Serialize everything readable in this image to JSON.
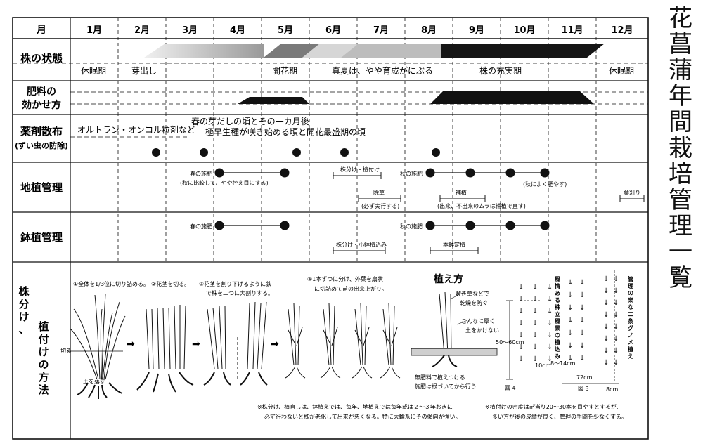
{
  "title": "花菖蒲年間栽培管理一覧",
  "header": {
    "label": "月",
    "months": [
      "1月",
      "2月",
      "3月",
      "4月",
      "5月",
      "6月",
      "7月",
      "8月",
      "9月",
      "10月",
      "11月",
      "12月"
    ]
  },
  "rows": {
    "state": {
      "label": "株の状態",
      "notes": [
        "休眠期",
        "芽出し",
        "開花期",
        "真夏は、やや育成がにぶる",
        "株の充実期",
        "休眠期"
      ]
    },
    "fertilizer": {
      "label_lines": [
        "肥料の",
        "効かせ方"
      ]
    },
    "spray": {
      "label_main": "薬剤散布",
      "label_sub": "(ずい虫の防除)",
      "product": "オルトラン・オンコル粒剤など",
      "timing_1": "春の芽だしの頃とその一カ月後",
      "timing_2": "極早生種が咲き始める頃と開花最盛期の頃"
    },
    "ground": {
      "label": "地植管理",
      "spring_fert": "春の施肥",
      "spring_note": "(秋に比較して、やや控え目にする)",
      "divide": "株分け・植付け",
      "weeding": "除草",
      "weeding_note": "(必ず実行する)",
      "autumn_fert": "秋の施肥",
      "autumn_note": "(秋によく肥やす)",
      "replant": "補植",
      "replant_note": "(出来、不出来のムラは補植で直す)",
      "leaf_cut": "葉刈り"
    },
    "pot": {
      "label": "鉢植管理",
      "spring_fert": "春の施肥",
      "autumn_fert": "秋の施肥",
      "divide": "株分け・小鉢植込み",
      "repot": "本鉢定植"
    },
    "method": {
      "label_lines": [
        "株分け、",
        "植付けの方法"
      ],
      "step1": "①全体を1/3位に切り詰める。",
      "step2": "②花茎を切る。",
      "step3_1": "③花茎を割り下げるように鉄",
      "step3_2": "で株を二つに大割りする。",
      "step4_1": "④1本ずつに分け、外葉を扇状",
      "step4_2": "に切詰めて苗の出来上がり。",
      "cut_label": "切る",
      "soil_label": "土を落す",
      "planting_title": "植え方",
      "mulch_1": "敷き草などで",
      "mulch_2": "乾燥を防ぐ",
      "deep_1": "こんなに厚く",
      "deep_2": "土をかけない",
      "fert_base_1": "無肥料で植えつける",
      "fert_base_2": "施肥は根づいてから行う",
      "depth": "50～60cm",
      "spacing_small": "10cm",
      "spacing_mid": "8～14cm",
      "fig4": "図 4",
      "fig3_dim": "72cm",
      "fig3": "図 3",
      "fig3_width": "8cm",
      "wind_caption": "風情ある株立風景の植込み",
      "mgmt_caption": "管理の楽な二条グノメ植え",
      "note_left_1": "※株分け、植直しは、鉢植えでは、毎年、地植えでは毎年或は２～３年おきに",
      "note_left_2": "必ず行わないと株が老化して出来が悪くなる。特に大輪系にその傾向が強い。",
      "note_right_1": "※植付けの密度は㎡当り20～30本を目やすとするが、",
      "note_right_2": "多い方が後の成績が良く、管理の手間を少なくする。"
    }
  },
  "colors": {
    "ink": "#111111",
    "light_band": "#bdbdbd",
    "mid_band": "#6e6e6e"
  }
}
